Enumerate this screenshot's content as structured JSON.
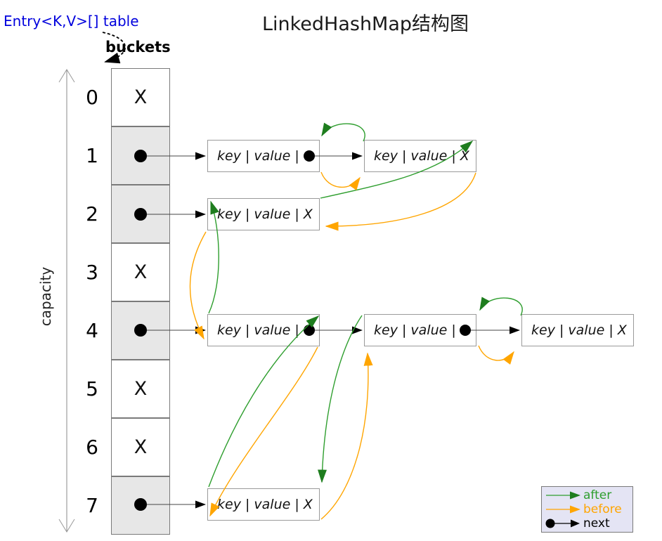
{
  "title": "LinkedHashMap结构图",
  "labels": {
    "entry_table": "Entry<K,V>[] table",
    "buckets": "buckets",
    "capacity": "capacity"
  },
  "array": {
    "cells": [
      {
        "index": "0",
        "content": "X",
        "entry": "empty"
      },
      {
        "index": "1",
        "content": "",
        "entry": "dot"
      },
      {
        "index": "2",
        "content": "",
        "entry": "dot"
      },
      {
        "index": "3",
        "content": "X",
        "entry": "empty"
      },
      {
        "index": "4",
        "content": "",
        "entry": "dot"
      },
      {
        "index": "5",
        "content": "X",
        "entry": "empty"
      },
      {
        "index": "6",
        "content": "X",
        "entry": "empty"
      },
      {
        "index": "7",
        "content": "",
        "entry": "dot"
      }
    ]
  },
  "nodes": [
    {
      "row": "1",
      "text": "key | value |",
      "tail": "",
      "tail_kind": "dot"
    },
    {
      "row": "1",
      "text": "key | value |",
      "tail": "X",
      "tail_kind": "null"
    },
    {
      "row": "2",
      "text": "key | value |",
      "tail": "X",
      "tail_kind": "null"
    },
    {
      "row": "4",
      "text": "key | value |",
      "tail": "",
      "tail_kind": "dot"
    },
    {
      "row": "4",
      "text": "key | value |",
      "tail": "",
      "tail_kind": "dot"
    },
    {
      "row": "4",
      "text": "key | value |",
      "tail": "X",
      "tail_kind": "null"
    },
    {
      "row": "7",
      "text": "key | value |",
      "tail": "X",
      "tail_kind": "null"
    }
  ],
  "legend": {
    "items": [
      {
        "label": "after",
        "color": "#2E9E2E"
      },
      {
        "label": "before",
        "color": "#FFA500"
      },
      {
        "label": "next",
        "color": "#000000"
      }
    ]
  },
  "colors": {
    "after_green": "#2E9E2E",
    "before_orange": "#FFA500",
    "next_black": "#000000",
    "bucket_fill": "#e7e7e7",
    "entry_label_blue": "#0000dd",
    "legend_bg": "#e4e4f4"
  }
}
